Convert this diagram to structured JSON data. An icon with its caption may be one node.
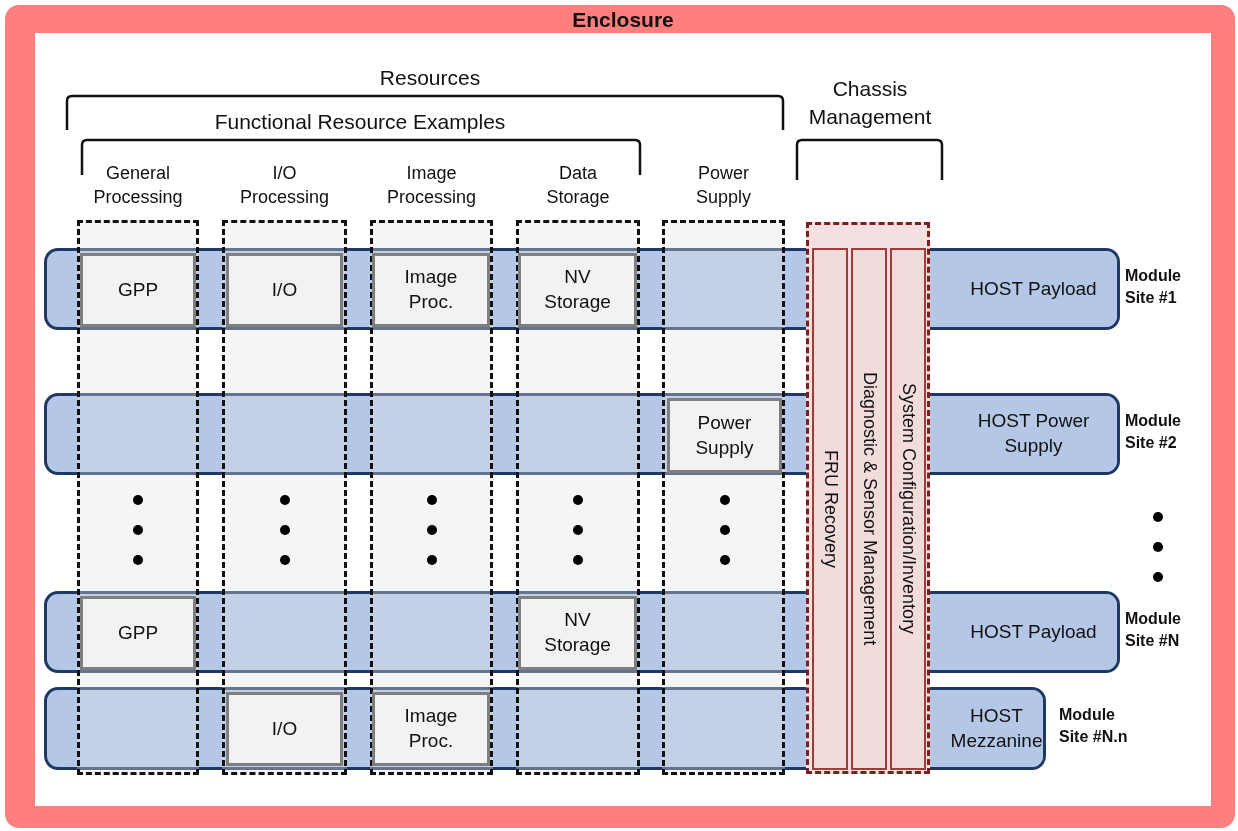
{
  "diagram": {
    "nodes": [
      {
        "text": [
          "Enclosure"
        ]
      },
      {
        "text": [
          "General Processing"
        ],
        "in": 0
      },
      {
        "text": [
          "I/O Processing"
        ],
        "in": 0
      },
      {
        "text": [
          "Image Processing"
        ],
        "in": 0
      },
      {
        "text": [
          "Data Storage"
        ],
        "in": 0
      },
      {
        "text": [
          "Power Supply"
        ],
        "in": 0
      },
      {
        "text": [],
        "shape": "box",
        "in": 0
      },
      {
        "text": [
          "FRU Recovery"
        ],
        "in": 6
      },
      {
        "text": [
          "Diagnostic & Sensor Management"
        ],
        "in": 6
      },
      {
        "text": [
          "System Configuration/Inventory"
        ],
        "in": 6
      },
      {
        "text": [],
        "shape": "bar",
        "in": 0
      },
      {
        "text": [
          "HOST Payload"
        ],
        "in": 10,
        "beside": [
          "Module Site #1"
        ]
      },
      {
        "text": [
          "GPP"
        ]
      },
      {
        "text": [
          "I/O"
        ]
      },
      {
        "text": [
          "Image Proc."
        ]
      },
      {
        "text": [
          "NV Storage"
        ]
      },
      {
        "text": [],
        "shape": "bar",
        "in": 0
      },
      {
        "text": [
          "HOST Power Supply"
        ],
        "in": 16,
        "beside": [
          "Module Site #2"
        ]
      },
      {
        "text": [
          "Power Supply"
        ]
      },
      {
        "text": [],
        "shape": "bar",
        "in": 0
      },
      {
        "text": [
          "HOST Payload"
        ],
        "in": 19,
        "beside": [
          "Module Site #N"
        ]
      },
      {
        "text": [
          "GPP"
        ]
      },
      {
        "text": [
          "NV Storage"
        ]
      },
      {
        "text": [],
        "shape": "bar",
        "in": 0
      },
      {
        "text": [
          "HOST Mezzanine"
        ],
        "in": 23,
        "beside": [
          "Module Site #N.n"
        ]
      },
      {
        "text": [
          "I/O"
        ]
      },
      {
        "text": [
          "Image Proc."
        ]
      }
    ],
    "labels": [
      "Resources",
      "Functional Resource Examples",
      "Chassis Management"
    ]
  }
}
